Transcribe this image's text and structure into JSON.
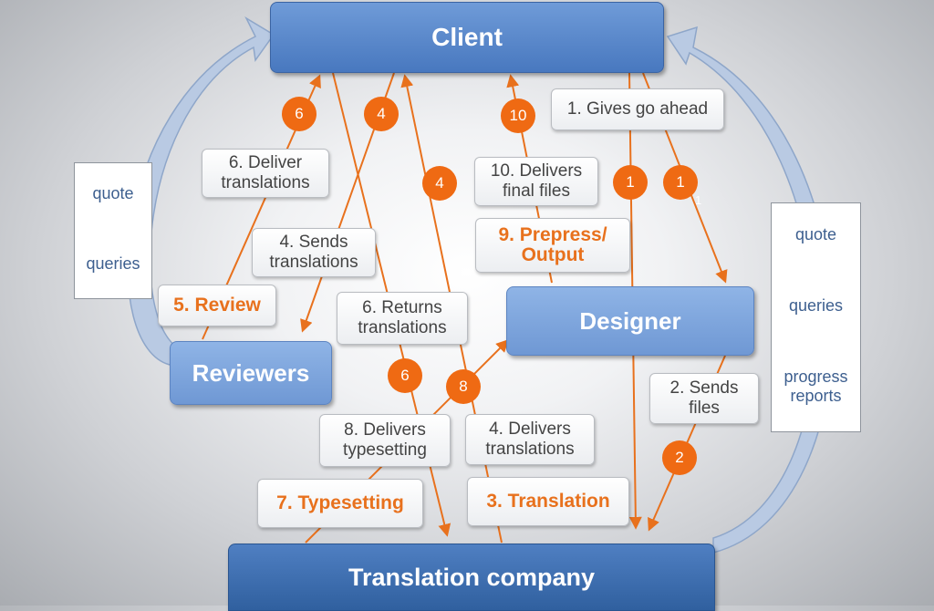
{
  "nodes": {
    "client": "Client",
    "designer": "Designer",
    "reviewers": "Reviewers",
    "translation_company": "Translation company"
  },
  "labels": {
    "gives_go_ahead": "1. Gives go ahead",
    "sends_files": "2. Sends\nfiles",
    "translation": "3. Translation",
    "sends_translations": "4. Sends\ntranslations",
    "delivers_translations": "4. Delivers\ntranslations",
    "review": "5. Review",
    "deliver_translations": "6. Deliver\ntranslations",
    "returns_translations": "6. Returns\ntranslations",
    "typesetting": "7. Typesetting",
    "delivers_typesetting": "8. Delivers\ntypesetting",
    "prepress_output": "9. Prepress/\nOutput",
    "delivers_final_files": "10. Delivers\nfinal files"
  },
  "badges": {
    "b1a": "1",
    "b1b": "1",
    "b2": "2",
    "b4a": "4",
    "b4b": "4",
    "b6a": "6",
    "b6b": "6",
    "b8": "8",
    "b10": "10"
  },
  "tiny_mark": "1",
  "left_box": {
    "quote": "quote",
    "queries": "queries"
  },
  "right_box": {
    "quote": "quote",
    "queries": "queries",
    "progress": "progress\nreports"
  },
  "colors": {
    "arrow": "#e8711d",
    "badge": "#ef6a13",
    "step_text": "#e8711d",
    "loop_arrow": "#b8c9e2",
    "client": "#5a87cc",
    "translation_company": "#3d6fae"
  }
}
